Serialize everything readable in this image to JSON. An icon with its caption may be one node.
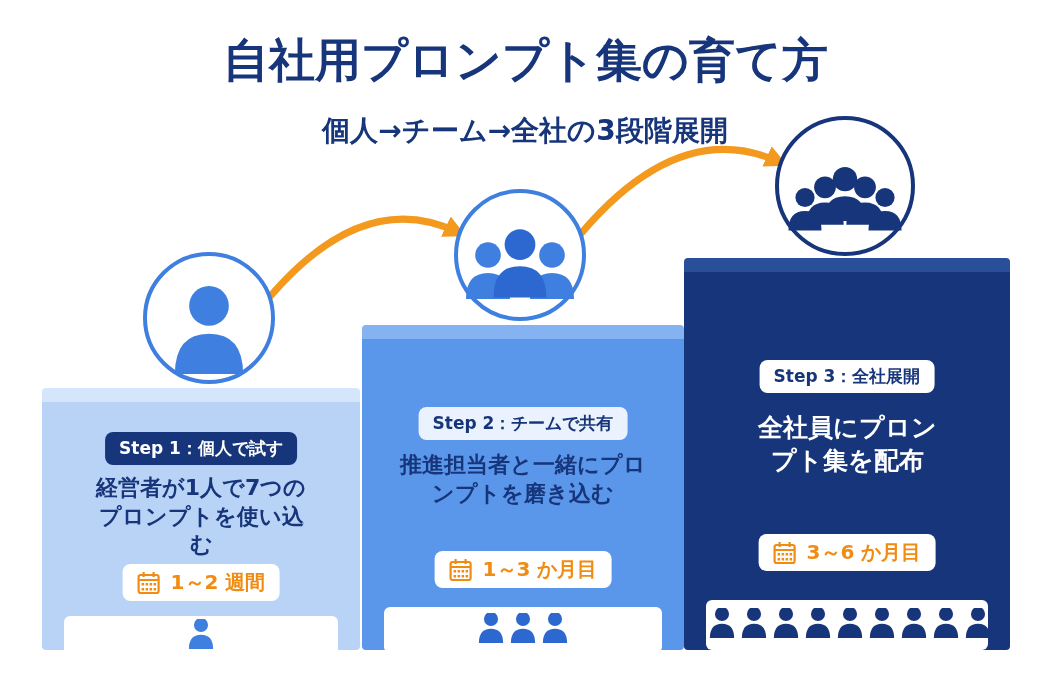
{
  "diagram": {
    "title": "自社用プロンプト集の育て方",
    "caption": "個人→チーム→全社の3段階展開",
    "nodes": [
      {
        "text": [
          "Step 1：個人で試す",
          "経営者が1人で7つのプロンプトを使い込む",
          "1～2 週間"
        ]
      },
      {
        "text": [
          "Step 2：チームで共有",
          "推進担当者と一緒にプロンプトを磨き込む",
          "1～3 か月目"
        ]
      },
      {
        "text": [
          "Step 3：全社展開",
          "全社員にプロンプト集を配布",
          "3～6 か月目"
        ]
      },
      {
        "text": [],
        "shape": "picture"
      },
      {
        "text": [],
        "shape": "picture"
      },
      {
        "text": [],
        "shape": "picture"
      }
    ],
    "edges": [
      {
        "from": 3,
        "to": 4,
        "arrow": "to"
      },
      {
        "from": 4,
        "to": 5,
        "arrow": "to"
      }
    ]
  }
}
